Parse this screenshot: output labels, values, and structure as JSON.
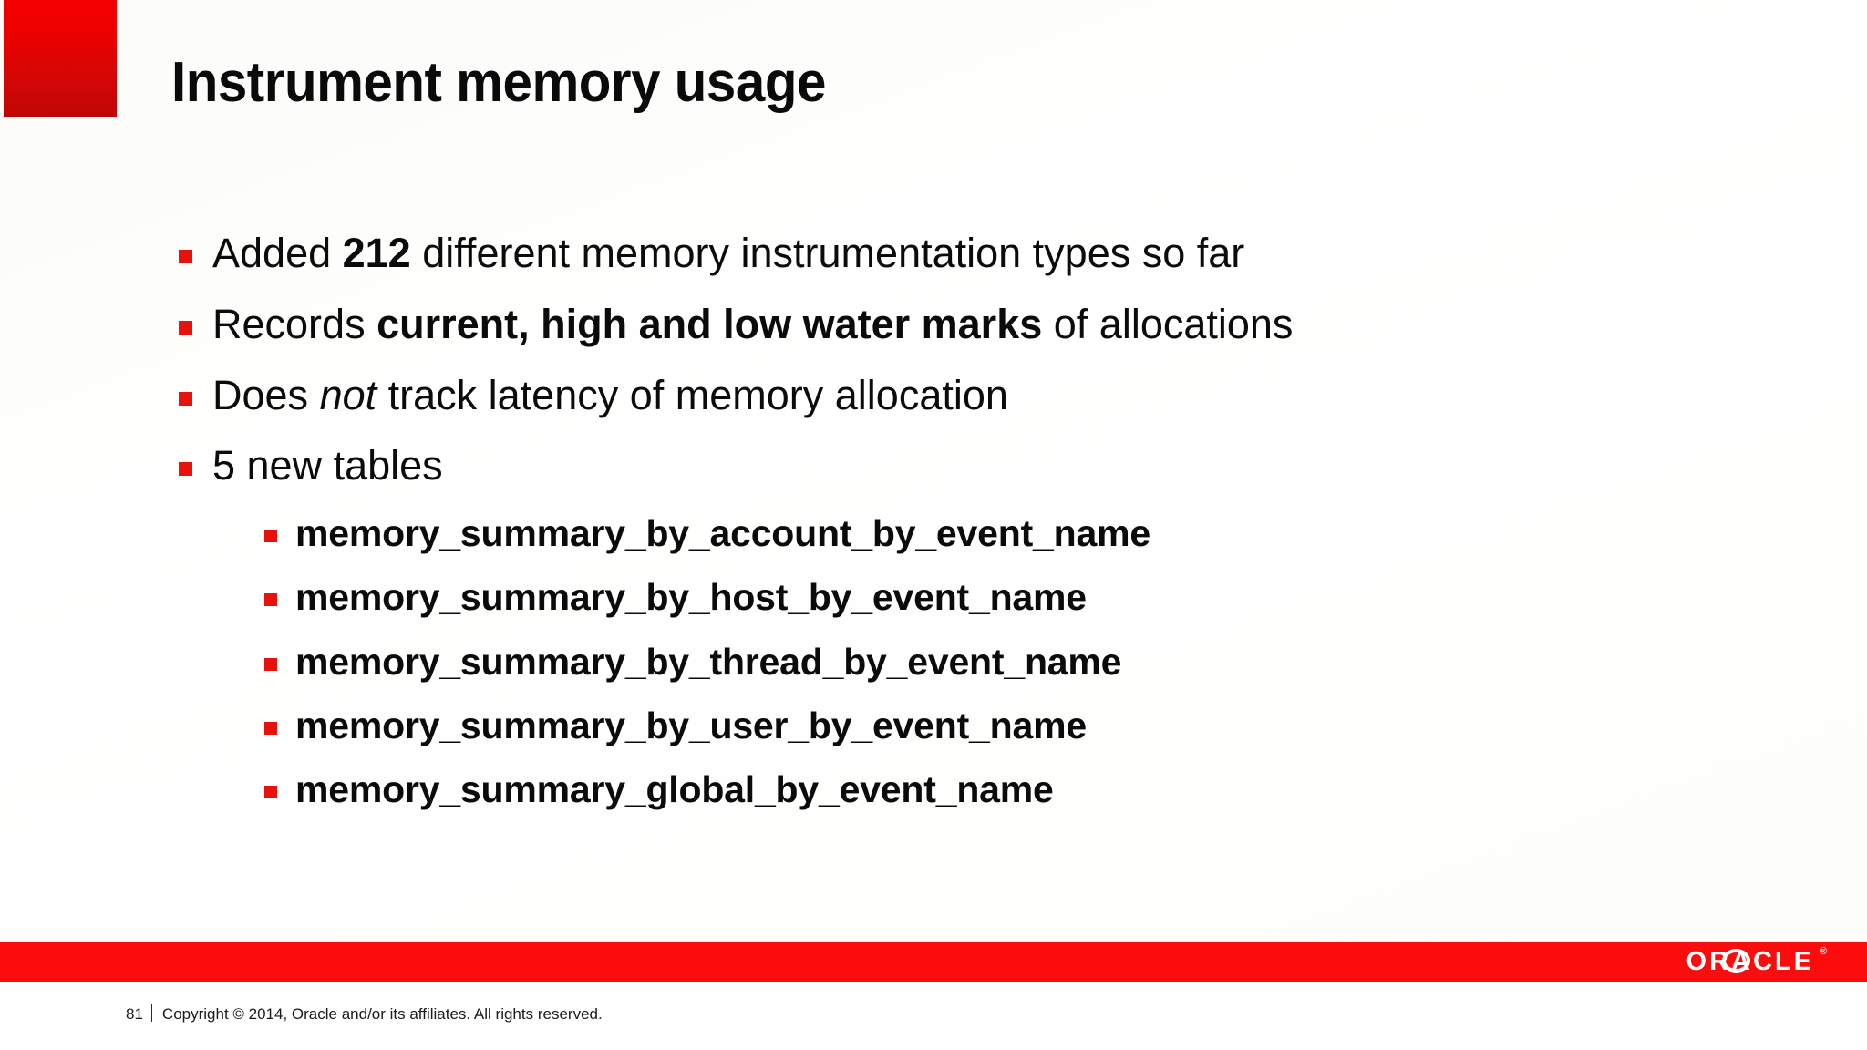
{
  "slide": {
    "title": "Instrument memory usage",
    "accent_color": "#e8120c",
    "footer_bar_color": "#fc0c0c",
    "corner_block_color": "#ec0000"
  },
  "bullets": [
    {
      "marker": "square-bullet",
      "segments": [
        {
          "text": "Added ",
          "style": "normal"
        },
        {
          "text": "212",
          "style": "bold"
        },
        {
          "text": " different memory instrumentation types so far",
          "style": "normal"
        }
      ],
      "plain": "Added 212 different memory instrumentation types so far"
    },
    {
      "marker": "square-bullet",
      "segments": [
        {
          "text": "Records ",
          "style": "normal"
        },
        {
          "text": "current, high and low water marks",
          "style": "bold"
        },
        {
          "text": " of allocations",
          "style": "normal"
        }
      ],
      "plain": "Records current, high and low water marks of allocations"
    },
    {
      "marker": "square-bullet",
      "segments": [
        {
          "text": "Does ",
          "style": "normal"
        },
        {
          "text": "not",
          "style": "italic"
        },
        {
          "text": " track latency of memory allocation",
          "style": "normal"
        }
      ],
      "plain": "Does not track latency of memory allocation"
    },
    {
      "marker": "square-bullet",
      "segments": [
        {
          "text": "5 new tables",
          "style": "normal"
        }
      ],
      "plain": "5 new tables"
    }
  ],
  "sub_bullets": [
    {
      "marker": "square-bullet",
      "text": "memory_summary_by_account_by_event_name"
    },
    {
      "marker": "square-bullet",
      "text": "memory_summary_by_host_by_event_name"
    },
    {
      "marker": "square-bullet",
      "text": "memory_summary_by_thread_by_event_name"
    },
    {
      "marker": "square-bullet",
      "text": "memory_summary_by_user_by_event_name"
    },
    {
      "marker": "square-bullet",
      "text": "memory_summary_global_by_event_name"
    }
  ],
  "footer": {
    "page_number": "81",
    "copyright": "Copyright © 2014, Oracle and/or its affiliates. All rights reserved.",
    "logo_text": "ORACLE",
    "logo_tm": "®"
  }
}
